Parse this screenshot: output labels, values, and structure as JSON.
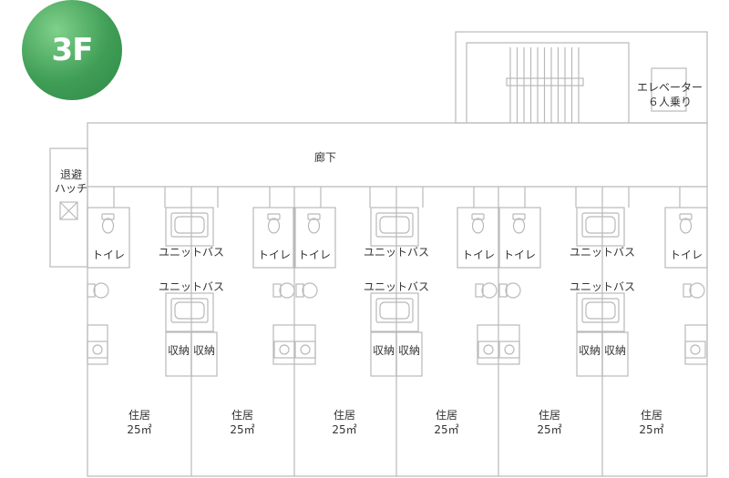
{
  "floor": {
    "label": "3F",
    "badge_color": "#3f9d55"
  },
  "line_color": "#b9b9b9",
  "labels": {
    "corridor": "廊下",
    "elevator_line1": "エレベーター",
    "elevator_line2": "６人乗り",
    "hatch_line1": "退避",
    "hatch_line2": "ハッチ",
    "toilet": "トイレ",
    "unit_bath": "ユニットバス",
    "storage": "収納",
    "residence": "住居",
    "area": "25㎡"
  },
  "units": [
    {
      "label": "住居",
      "area": "25㎡"
    },
    {
      "label": "住居",
      "area": "25㎡"
    },
    {
      "label": "住居",
      "area": "25㎡"
    },
    {
      "label": "住居",
      "area": "25㎡"
    },
    {
      "label": "住居",
      "area": "25㎡"
    },
    {
      "label": "住居",
      "area": "25㎡"
    }
  ]
}
